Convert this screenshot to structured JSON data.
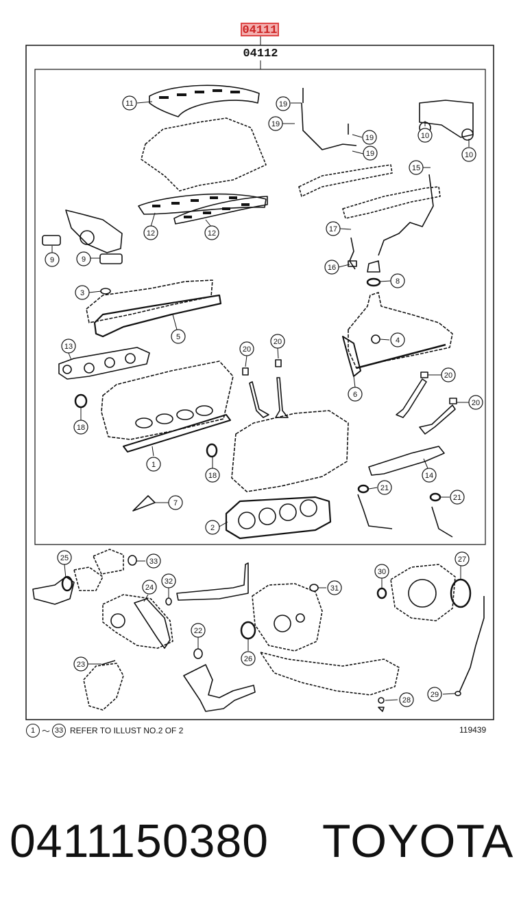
{
  "diagram": {
    "kit_code": "04111",
    "sub_kit_code": "04112",
    "footnote": {
      "from": "1",
      "to": "33",
      "separator": "～",
      "text": "REFER TO ILLUST NO.2 OF 2"
    },
    "illustration_number": "119439",
    "callouts": [
      "1",
      "2",
      "3",
      "4",
      "5",
      "6",
      "7",
      "8",
      "9",
      "9",
      "10",
      "10",
      "11",
      "12",
      "12",
      "13",
      "14",
      "15",
      "16",
      "17",
      "18",
      "18",
      "19",
      "19",
      "19",
      "19",
      "20",
      "20",
      "20",
      "20",
      "21",
      "21",
      "22",
      "23",
      "24",
      "25",
      "26",
      "27",
      "28",
      "29",
      "30",
      "31",
      "32",
      "33"
    ]
  },
  "caption": {
    "part_number": "0411150380",
    "brand": "TOYOTA"
  }
}
